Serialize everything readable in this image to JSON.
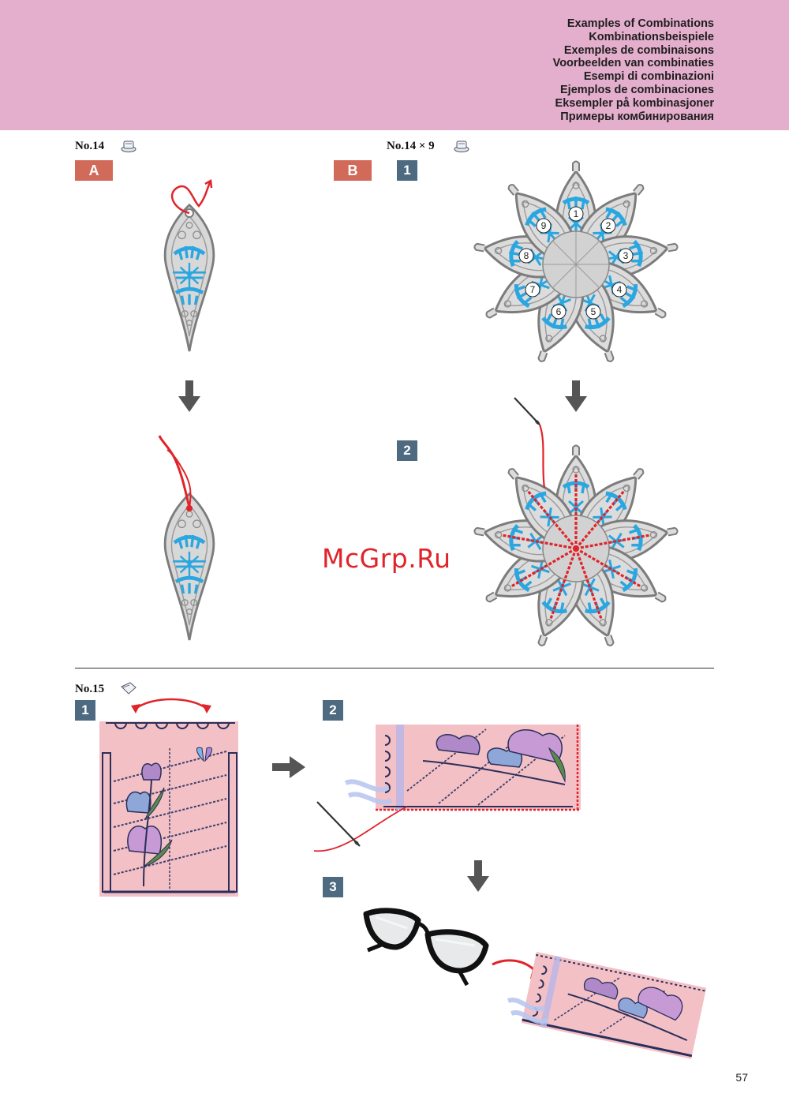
{
  "header": {
    "background_color": "#e4aecd",
    "titles": [
      "Examples of Combinations",
      "Kombinationsbeispiele",
      "Exemples de combinaisons",
      "Voorbeelden van combinaties",
      "Esempi di combinazioni",
      "Ejemplos de combinaciones",
      "Eksempler på kombinasjoner",
      "Примеры комбинирования"
    ]
  },
  "section_no14": {
    "label": "No.14",
    "icon": "water-soluble-stabilizer-icon",
    "variant_a": {
      "badge": "A"
    }
  },
  "section_no14x9": {
    "label": "No.14 × 9",
    "icon": "water-soluble-stabilizer-icon",
    "variant_b": {
      "badge": "B"
    },
    "steps": [
      "1",
      "2"
    ],
    "petal_numbers": [
      "1",
      "2",
      "3",
      "4",
      "5",
      "6",
      "7",
      "8",
      "9"
    ]
  },
  "section_no15": {
    "label": "No.15",
    "icon": "fabric-stabilizer-icon",
    "steps": [
      "1",
      "2",
      "3"
    ]
  },
  "watermark": "McGrp.Ru",
  "page_number": "57",
  "colors": {
    "badge_letter": "#d26a59",
    "badge_step": "#4d6a80",
    "lace_gray": "#8a8a8a",
    "lace_blue": "#2aa6e0",
    "thread_red": "#e0242a",
    "fabric_pink": "#f3c0c6",
    "lace_navy": "#2a2f5a"
  }
}
